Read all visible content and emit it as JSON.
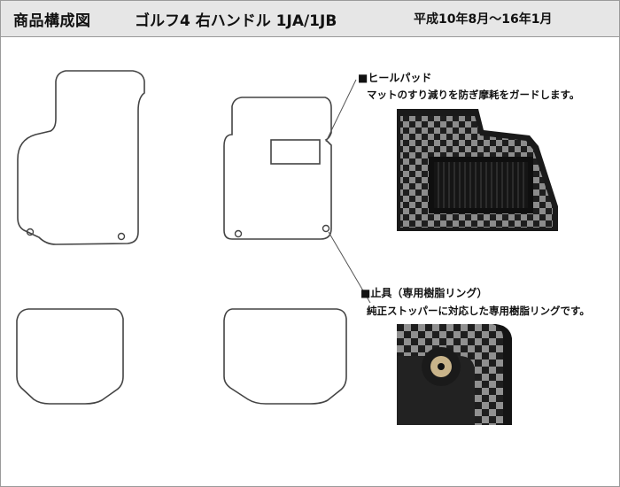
{
  "header": {
    "title": "商品構成図",
    "model": "ゴルフ4 右ハンドル 1JA/1JB",
    "period": "平成10年8月～16年1月"
  },
  "callouts": {
    "heel_pad": {
      "title": "■ヒールパッド",
      "description": "マットのすり減りを防ぎ摩耗をガードします。"
    },
    "fastener": {
      "title": "■止具（専用樹脂リング）",
      "description": "純正ストッパーに対応した専用樹脂リングです。"
    }
  },
  "colors": {
    "header_bg": "#e6e6e6",
    "outline": "#444444",
    "mat_dark": "#1a1a1a",
    "mat_gray": "#8c8c8c"
  }
}
